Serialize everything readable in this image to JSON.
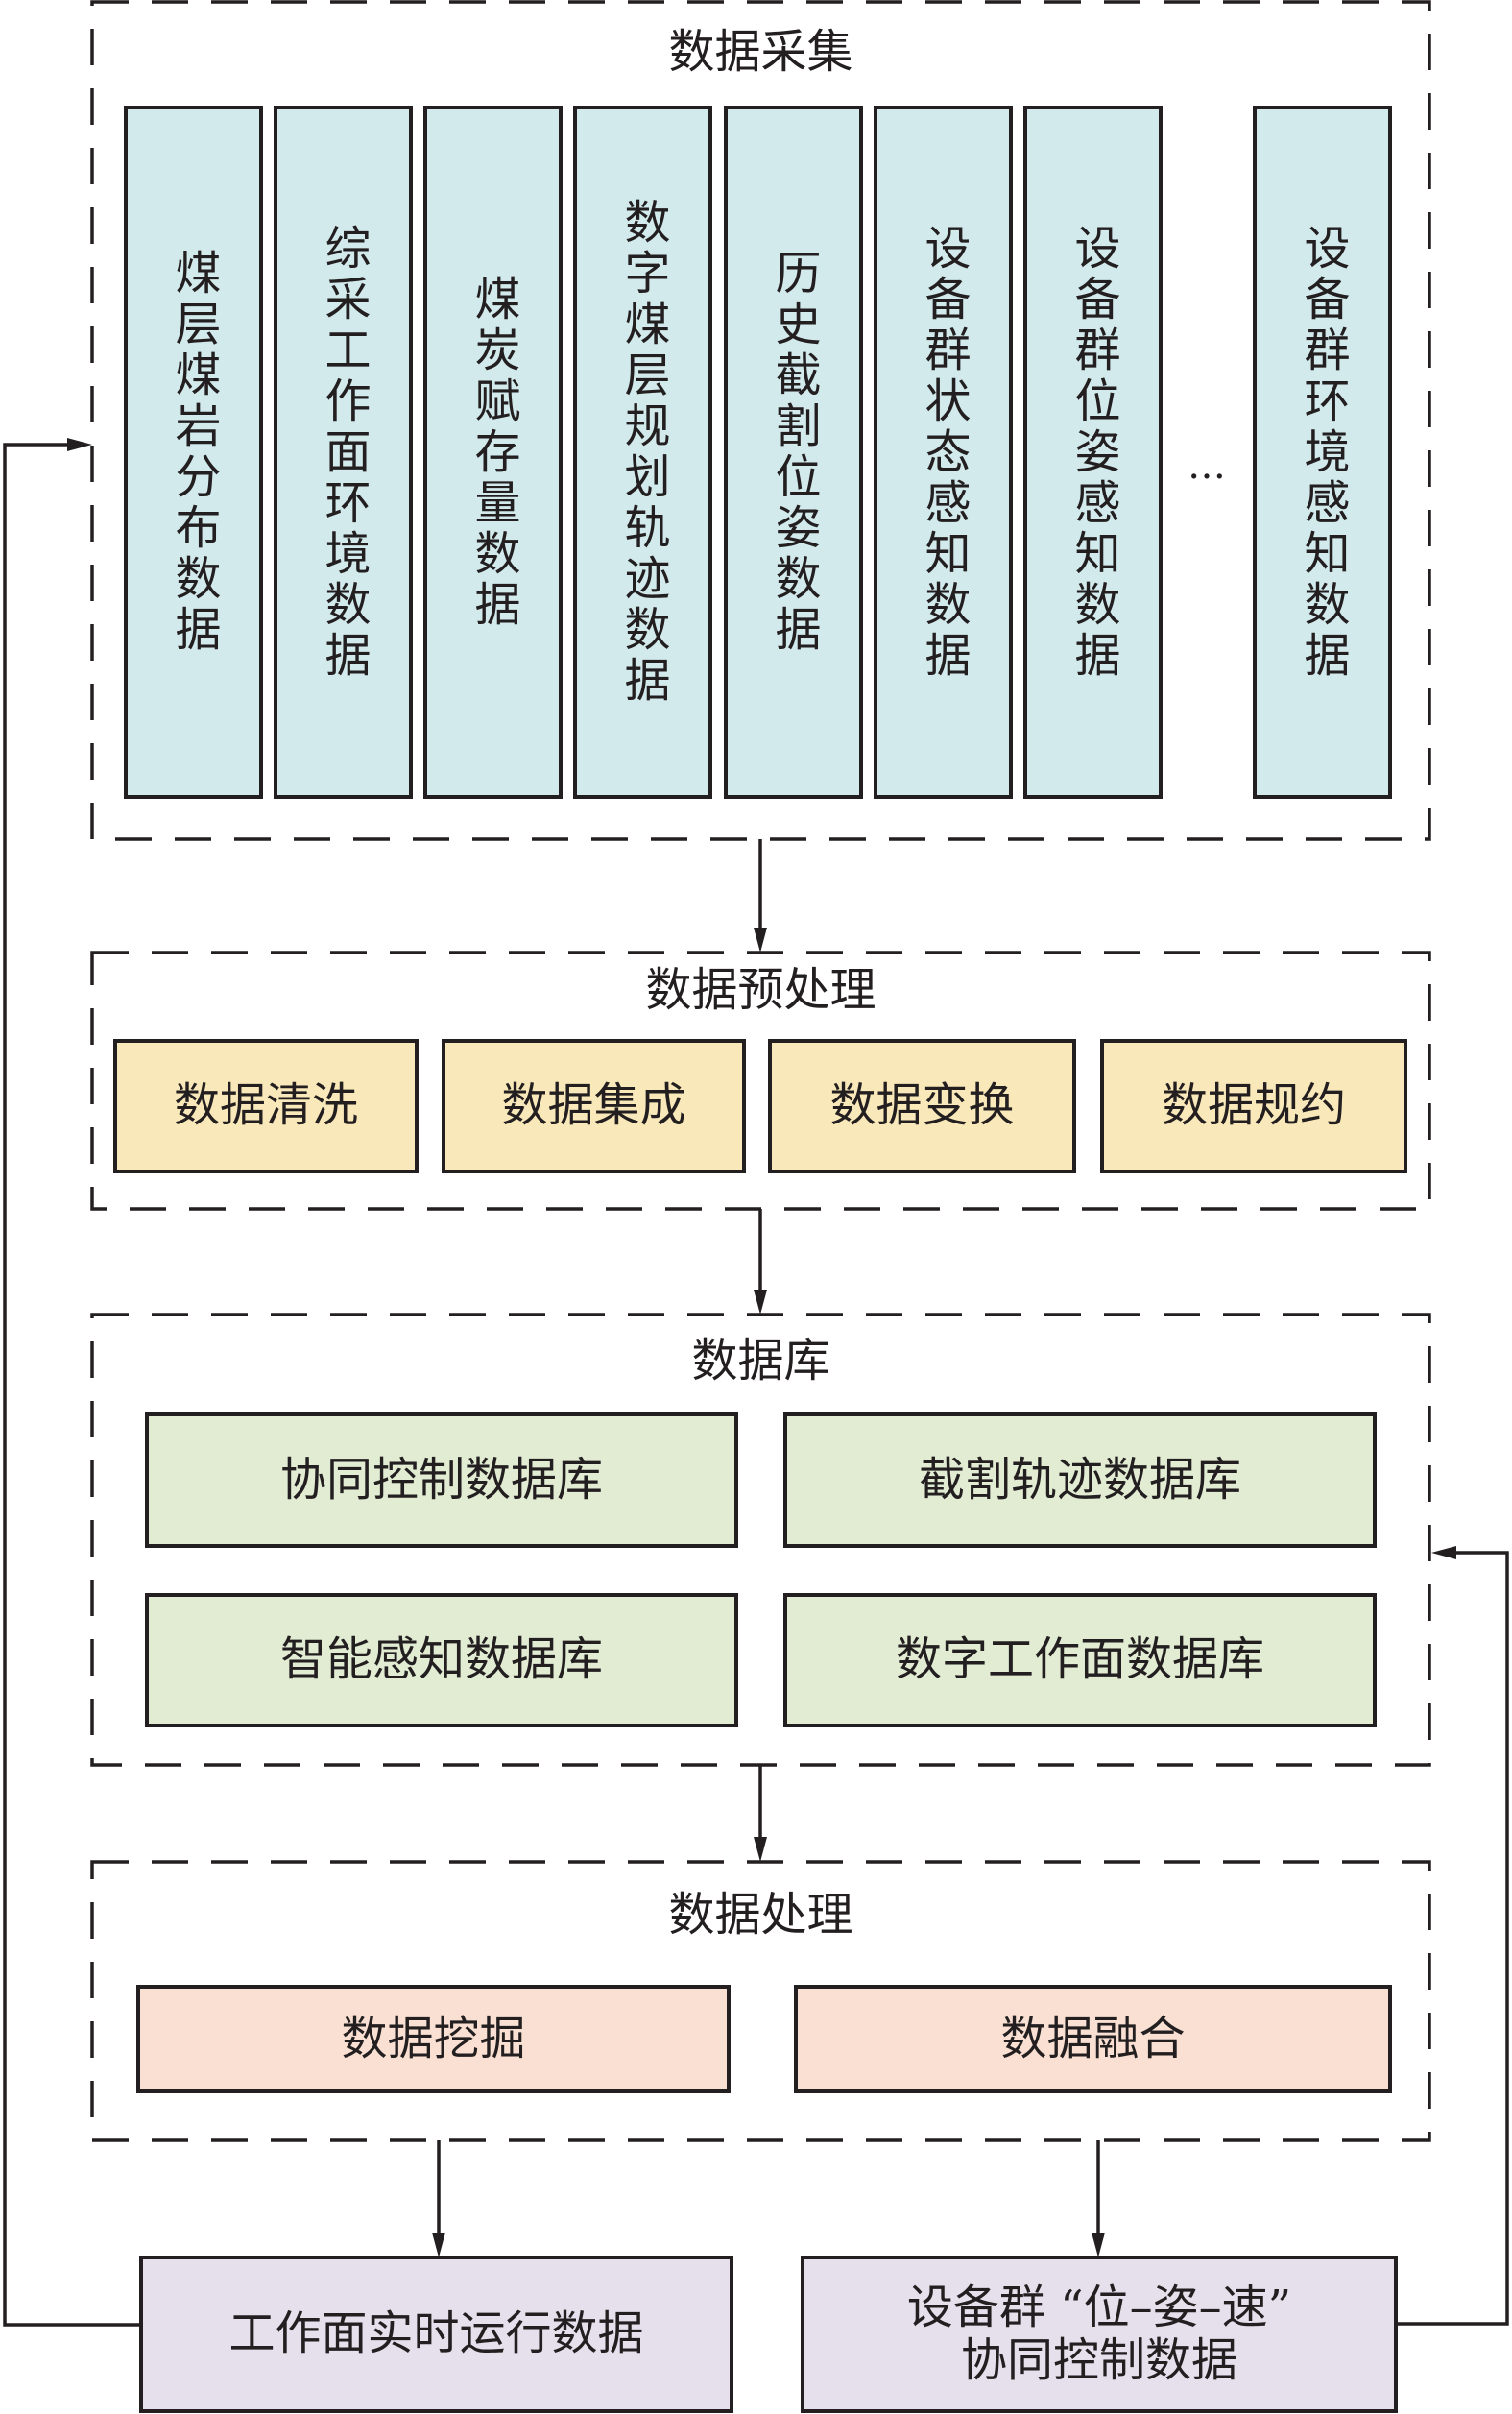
{
  "colors": {
    "collection_fill": "#d2eaec",
    "preprocess_fill": "#f9e8b9",
    "database_fill": "#e1ecd3",
    "processing_fill": "#f9e0d2",
    "output_fill": "#e6dfec",
    "stroke": "#231f20"
  },
  "collection": {
    "title": "数据采集",
    "items": [
      "煤层煤岩分布数据",
      "综采工作面环境数据",
      "煤炭赋存量数据",
      "数字煤层规划轨迹数据",
      "历史截割位姿数据",
      "设备群状态感知数据",
      "设备群位姿感知数据",
      "设备群环境感知数据"
    ],
    "ellipsis": "…"
  },
  "preprocessing": {
    "title": "数据预处理",
    "items": [
      "数据清洗",
      "数据集成",
      "数据变换",
      "数据规约"
    ]
  },
  "database": {
    "title": "数据库",
    "items": [
      "协同控制数据库",
      "截割轨迹数据库",
      "智能感知数据库",
      "数字工作面数据库"
    ]
  },
  "processing": {
    "title": "数据处理",
    "items": [
      "数据挖掘",
      "数据融合"
    ]
  },
  "outputs": {
    "realtime": "工作面实时运行数据",
    "control_line1": "设备群 “位–姿–速”",
    "control_line2": "协同控制数据"
  }
}
